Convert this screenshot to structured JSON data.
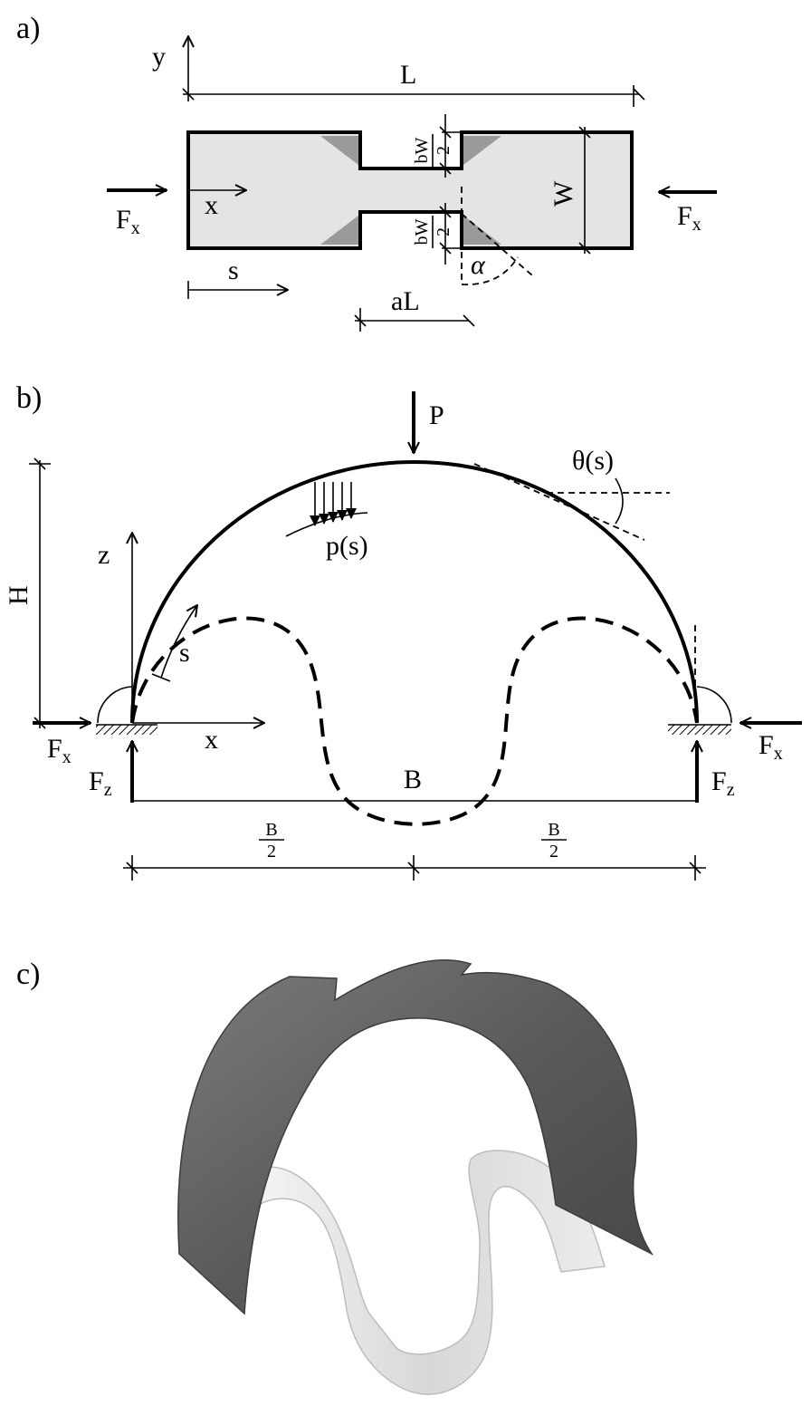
{
  "panels": {
    "a": {
      "label": "a)",
      "axis_y": "y",
      "axis_x": "x",
      "length": "L",
      "width": "W",
      "force": "F",
      "force_sub": "x",
      "arc_coord": "s",
      "notch_num": "bW",
      "notch_den": "2",
      "notch_offset": "aL",
      "angle": "α"
    },
    "b": {
      "label": "b)",
      "load": "P",
      "angle": "θ(s)",
      "distributed_load": "p(s)",
      "height": "H",
      "axis_z": "z",
      "axis_x": "x",
      "arc_coord": "s",
      "force": "F",
      "force_sub_x": "x",
      "force_sub_z": "z",
      "base": "B",
      "half_num": "B",
      "half_den": "2"
    },
    "c": {
      "label": "c)"
    }
  }
}
